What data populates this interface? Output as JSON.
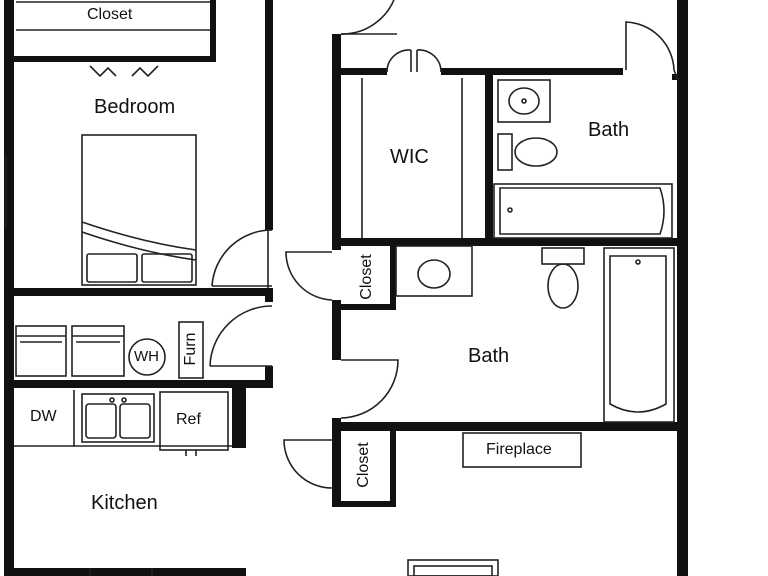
{
  "rooms": {
    "bedroom": "Bedroom",
    "closet_top": "Closet",
    "wic": "WIC",
    "bath_upper": "Bath",
    "bath_lower": "Bath",
    "kitchen": "Kitchen",
    "closet_mid": "Closet",
    "closet_low": "Closet"
  },
  "fixtures": {
    "dishwasher": "DW",
    "water_heater": "WH",
    "furnace": "Furn",
    "refrigerator": "Ref",
    "fireplace": "Fireplace"
  },
  "colors": {
    "wall": "#111111",
    "line": "#222222",
    "background": "#ffffff"
  }
}
